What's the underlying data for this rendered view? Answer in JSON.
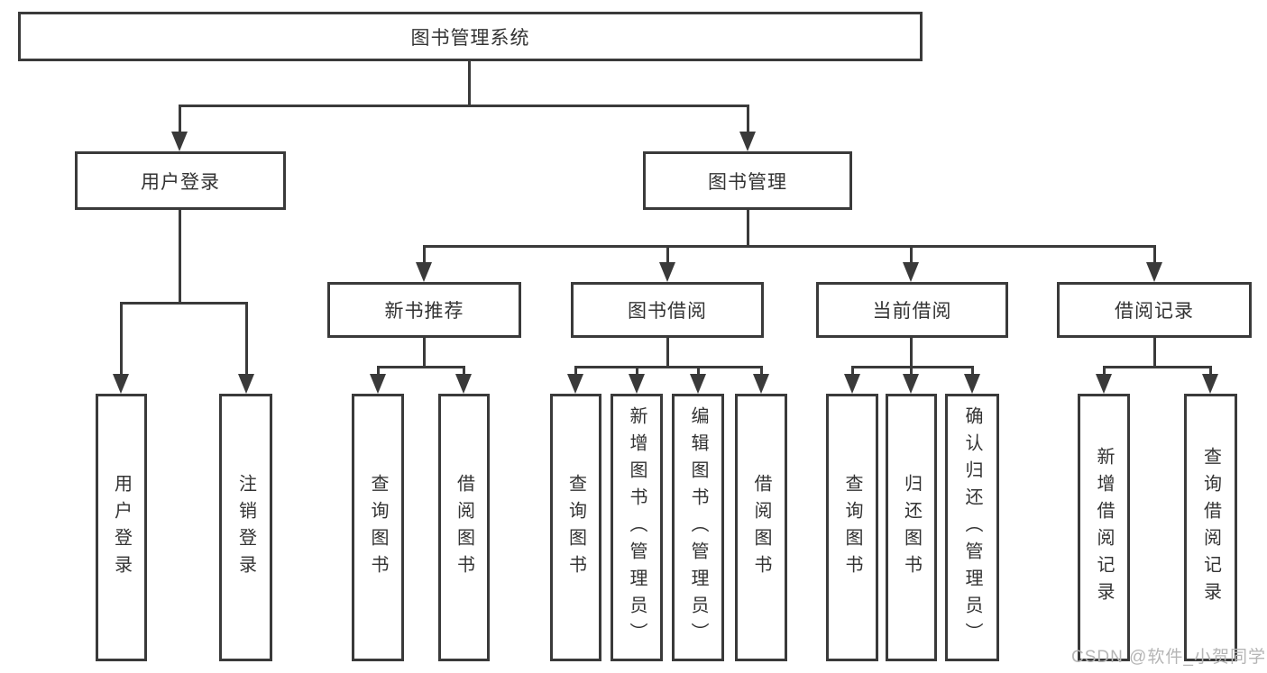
{
  "diagram_type": "hierarchy-tree",
  "colors": {
    "line": "#3a3a3a",
    "text": "#333333",
    "watermark": "#b5b5b5",
    "box_bg": "#ffffff"
  },
  "tree": {
    "root": "图书管理系统",
    "branches": [
      {
        "label": "用户登录",
        "children": [
          "用户登录",
          "注销登录"
        ]
      },
      {
        "label": "图书管理",
        "groups": [
          {
            "label": "新书推荐",
            "children": [
              "查询图书",
              "借阅图书"
            ]
          },
          {
            "label": "图书借阅",
            "children": [
              "查询图书",
              "新增图书（管理员）",
              "编辑图书（管理员）",
              "借阅图书"
            ]
          },
          {
            "label": "当前借阅",
            "children": [
              "查询图书",
              "归还图书",
              "确认归还（管理员）"
            ]
          },
          {
            "label": "借阅记录",
            "children": [
              "新增借阅记录",
              "查询借阅记录"
            ]
          }
        ]
      }
    ]
  },
  "watermark": {
    "text": "CSDN @软件_小贺同学"
  }
}
